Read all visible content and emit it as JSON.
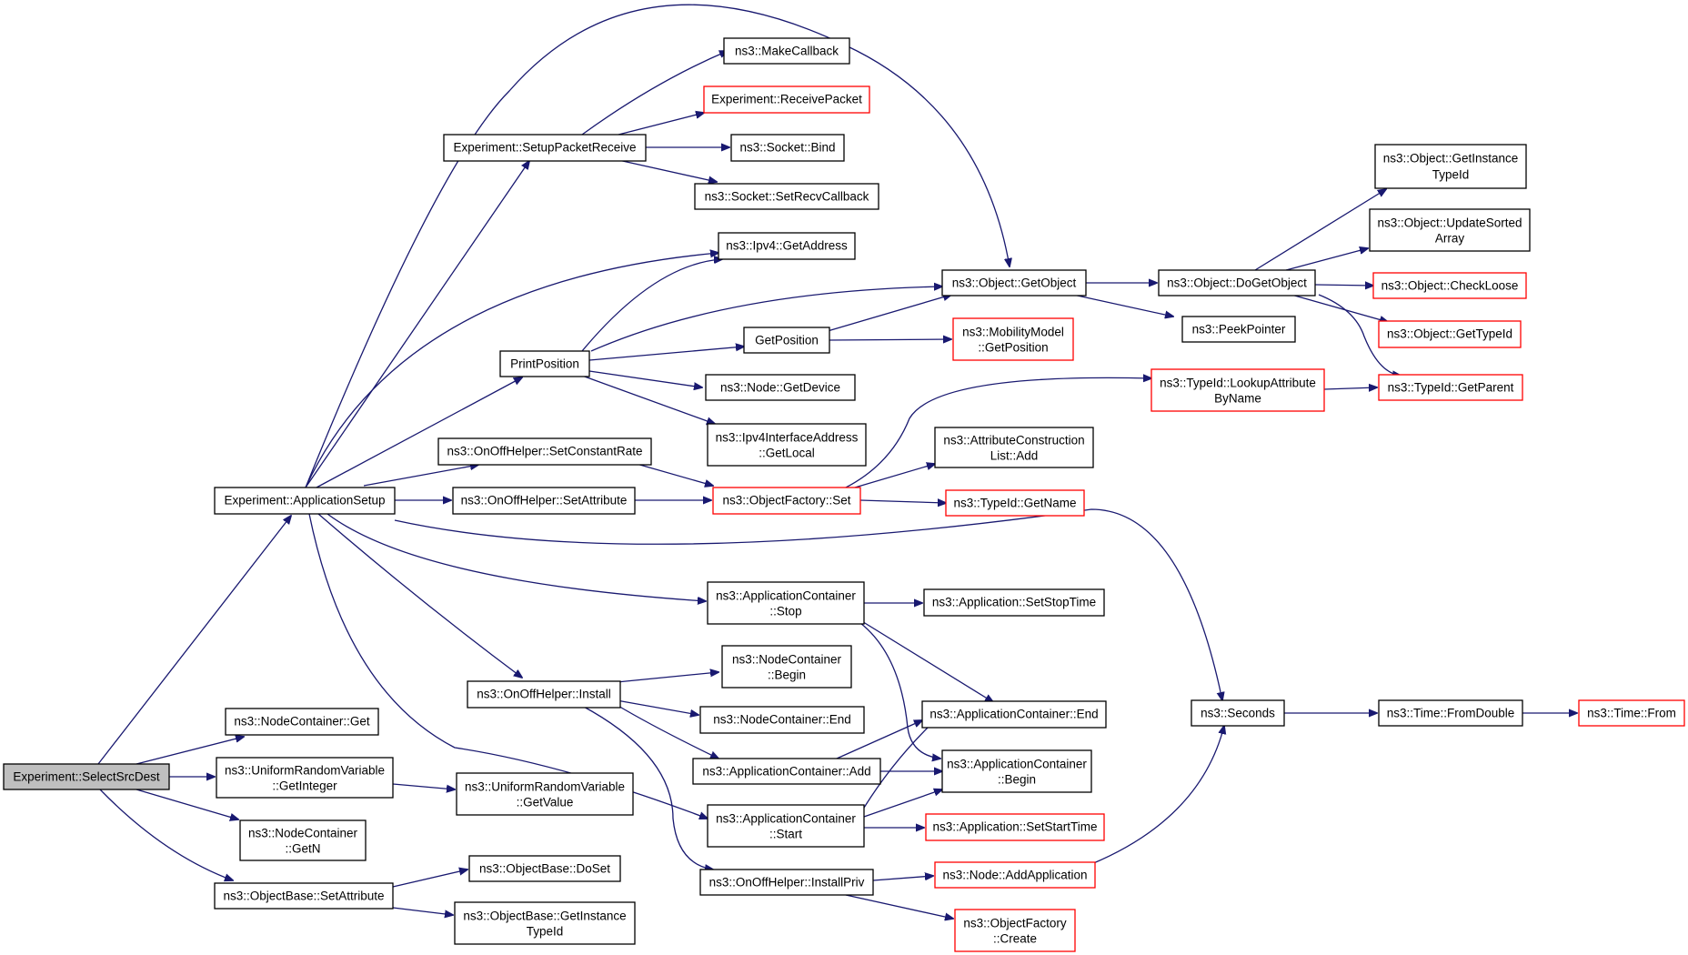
{
  "diagram": {
    "nodes": {
      "select_src_dest": [
        "Experiment::SelectSrcDest"
      ],
      "app_setup": [
        "Experiment::ApplicationSetup"
      ],
      "nc_get": [
        "ns3::NodeContainer::Get"
      ],
      "urv_getint": [
        "ns3::UniformRandomVariable",
        "::GetInteger"
      ],
      "nc_getn": [
        "ns3::NodeContainer",
        "::GetN"
      ],
      "ob_setattr": [
        "ns3::ObjectBase::SetAttribute"
      ],
      "setup_pkt_recv": [
        "Experiment::SetupPacketReceive"
      ],
      "print_position": [
        "PrintPosition"
      ],
      "onoff_setconst": [
        "ns3::OnOffHelper::SetConstantRate"
      ],
      "onoff_setattr": [
        "ns3::OnOffHelper::SetAttribute"
      ],
      "onoff_install": [
        "ns3::OnOffHelper::Install"
      ],
      "urv_getvalue": [
        "ns3::UniformRandomVariable",
        "::GetValue"
      ],
      "ob_doset": [
        "ns3::ObjectBase::DoSet"
      ],
      "ob_getinst": [
        "ns3::ObjectBase::GetInstance",
        "TypeId"
      ],
      "make_callback": [
        "ns3::MakeCallback"
      ],
      "recv_packet": [
        "Experiment::ReceivePacket"
      ],
      "socket_bind": [
        "ns3::Socket::Bind"
      ],
      "socket_setrecv": [
        "ns3::Socket::SetRecvCallback"
      ],
      "ipv4_getaddr": [
        "ns3::Ipv4::GetAddress"
      ],
      "get_position": [
        "GetPosition"
      ],
      "node_getdevice": [
        "ns3::Node::GetDevice"
      ],
      "ipv4if_getlocal": [
        "ns3::Ipv4InterfaceAddress",
        "::GetLocal"
      ],
      "objfactory_set": [
        "ns3::ObjectFactory::Set"
      ],
      "appc_stop": [
        "ns3::ApplicationContainer",
        "::Stop"
      ],
      "nc_begin": [
        "ns3::NodeContainer",
        "::Begin"
      ],
      "nc_end": [
        "ns3::NodeContainer::End"
      ],
      "appc_add": [
        "ns3::ApplicationContainer::Add"
      ],
      "appc_start": [
        "ns3::ApplicationContainer",
        "::Start"
      ],
      "onoff_installpriv": [
        "ns3::OnOffHelper::InstallPriv"
      ],
      "obj_getobject": [
        "ns3::Object::GetObject"
      ],
      "mobility_getpos": [
        "ns3::MobilityModel",
        "::GetPosition"
      ],
      "attr_list_add": [
        "ns3::AttributeConstruction",
        "List::Add"
      ],
      "typeid_getname": [
        "ns3::TypeId::GetName"
      ],
      "app_setstop": [
        "ns3::Application::SetStopTime"
      ],
      "appc_end": [
        "ns3::ApplicationContainer::End"
      ],
      "appc_begin": [
        "ns3::ApplicationContainer",
        "::Begin"
      ],
      "app_setstart": [
        "ns3::Application::SetStartTime"
      ],
      "node_addapp": [
        "ns3::Node::AddApplication"
      ],
      "objfactory_create": [
        "ns3::ObjectFactory",
        "::Create"
      ],
      "obj_dogetobject": [
        "ns3::Object::DoGetObject"
      ],
      "peek_pointer": [
        "ns3::PeekPointer"
      ],
      "typeid_lookup": [
        "ns3::TypeId::LookupAttribute",
        "ByName"
      ],
      "seconds": [
        "ns3::Seconds"
      ],
      "obj_getinsttypeid": [
        "ns3::Object::GetInstance",
        "TypeId"
      ],
      "obj_updatesorted": [
        "ns3::Object::UpdateSorted",
        "Array"
      ],
      "obj_checkloose": [
        "ns3::Object::CheckLoose"
      ],
      "obj_gettypeid": [
        "ns3::Object::GetTypeId"
      ],
      "typeid_getparent": [
        "ns3::TypeId::GetParent"
      ],
      "time_fromdouble": [
        "ns3::Time::FromDouble"
      ],
      "time_from": [
        "ns3::Time::From"
      ]
    },
    "colors": {
      "edge": "#191970",
      "border": "#000000",
      "incomplete_border": "#ff0000",
      "root_fill": "#bfbfbf",
      "background": "#ffffff"
    }
  }
}
